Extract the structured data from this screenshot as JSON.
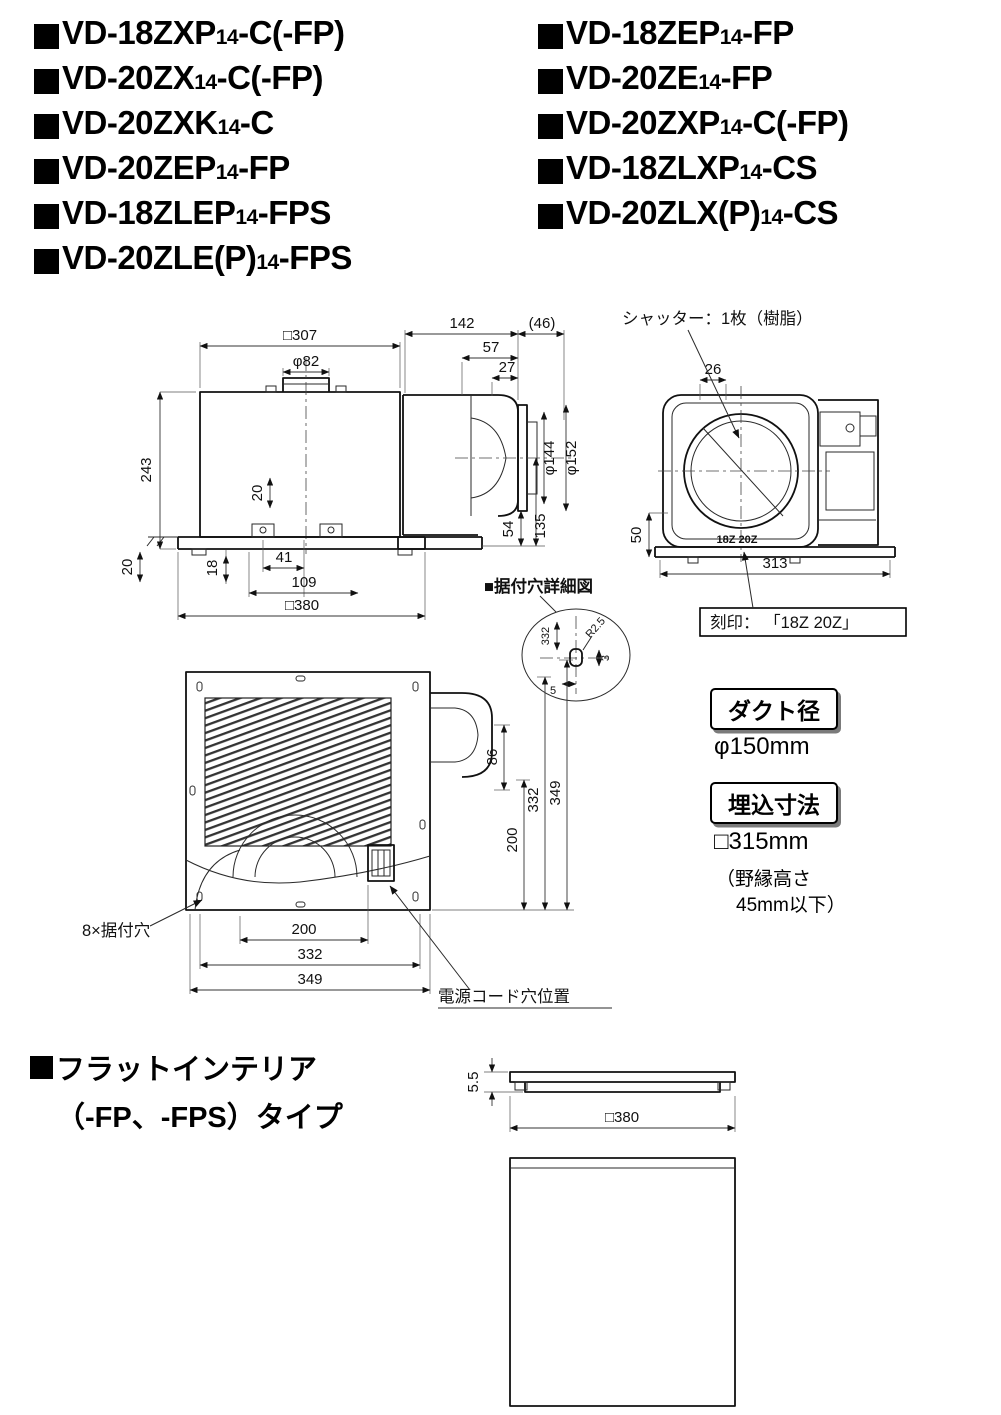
{
  "models": {
    "left": [
      {
        "pre": "VD-18ZXP",
        "sub": "14",
        "post": "-C(-FP)"
      },
      {
        "pre": "VD-20ZX",
        "sub": "14",
        "post": "-C(-FP)"
      },
      {
        "pre": "VD-20ZXK",
        "sub": "14",
        "post": "-C"
      },
      {
        "pre": "VD-20ZEP",
        "sub": "14",
        "post": "-FP"
      },
      {
        "pre": "VD-18ZLEP",
        "sub": "14",
        "post": "-FPS"
      },
      {
        "pre": "VD-20ZLE(P)",
        "sub": "14",
        "post": "-FPS"
      }
    ],
    "right": [
      {
        "pre": "VD-18ZEP",
        "sub": "14",
        "post": "-FP"
      },
      {
        "pre": "VD-20ZE",
        "sub": "14",
        "post": "-FP"
      },
      {
        "pre": "VD-20ZXP",
        "sub": "14",
        "post": "-C(-FP)"
      },
      {
        "pre": "VD-18ZLXP",
        "sub": "14",
        "post": "-CS"
      },
      {
        "pre": "VD-20ZLX(P)",
        "sub": "14",
        "post": "-CS"
      }
    ]
  },
  "callouts": {
    "shutter": "シャッター：1枚（樹脂）",
    "engraving": "刻印： 「18Z 20Z」",
    "stamp": "18Z 20Z",
    "mount_hole_detail": "■据付穴詳細図",
    "mount_holes": "8×据付穴",
    "power_cord": "電源コード穴位置"
  },
  "spec": {
    "duct_title": "ダクト径",
    "duct_value": "φ150mm",
    "embed_title": "埋込寸法",
    "embed_value": "□315mm",
    "embed_note1": "（野縁高さ",
    "embed_note2": "45mm以下）"
  },
  "flat": {
    "line1": "フラットインテリア",
    "line2": "（-FP、-FPS）タイプ"
  },
  "dims": {
    "sq307": "□307",
    "n142": "142",
    "n46": "(46)",
    "phi82": "φ82",
    "n57": "57",
    "n27": "27",
    "n26": "26",
    "n243": "243",
    "phi144": "φ144",
    "phi152": "φ152",
    "n54": "54",
    "n135": "135",
    "n50": "50",
    "n20": "20",
    "n18": "18",
    "n41": "41",
    "n109": "109",
    "sq380": "□380",
    "n313": "313",
    "n332": "332",
    "r25": "R2.5",
    "n3": "3",
    "n5": "5",
    "n86": "86",
    "n200": "200",
    "n349": "349",
    "n55": "5.5"
  }
}
